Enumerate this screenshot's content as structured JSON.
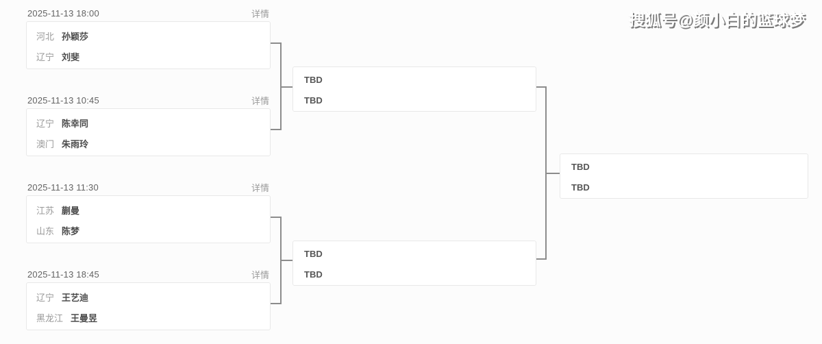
{
  "watermark": "搜狐号@颜小白的篮球梦",
  "details_label": "详情",
  "bracket": {
    "round1": [
      {
        "datetime": "2025-11-13 18:00",
        "players": [
          {
            "region": "河北",
            "name": "孙颖莎"
          },
          {
            "region": "辽宁",
            "name": "刘斐"
          }
        ]
      },
      {
        "datetime": "2025-11-13 10:45",
        "players": [
          {
            "region": "辽宁",
            "name": "陈幸同"
          },
          {
            "region": "澳门",
            "name": "朱雨玲"
          }
        ]
      },
      {
        "datetime": "2025-11-13 11:30",
        "players": [
          {
            "region": "江苏",
            "name": "蒯曼"
          },
          {
            "region": "山东",
            "name": "陈梦"
          }
        ]
      },
      {
        "datetime": "2025-11-13 18:45",
        "players": [
          {
            "region": "辽宁",
            "name": "王艺迪"
          },
          {
            "region": "黑龙江",
            "name": "王曼昱"
          }
        ]
      }
    ],
    "semifinals": [
      {
        "slots": [
          "TBD",
          "TBD"
        ]
      },
      {
        "slots": [
          "TBD",
          "TBD"
        ]
      }
    ],
    "final": {
      "slots": [
        "TBD",
        "TBD"
      ]
    }
  },
  "colors": {
    "page_bg": "#fcfcfc",
    "card_bg": "#ffffff",
    "card_border": "#e8e8e8",
    "connector": "#8c8c8c",
    "date_text": "#636363",
    "link_text": "#9b9b9b",
    "region_text": "#9a9a9a",
    "name_text": "#4d4d4d"
  }
}
